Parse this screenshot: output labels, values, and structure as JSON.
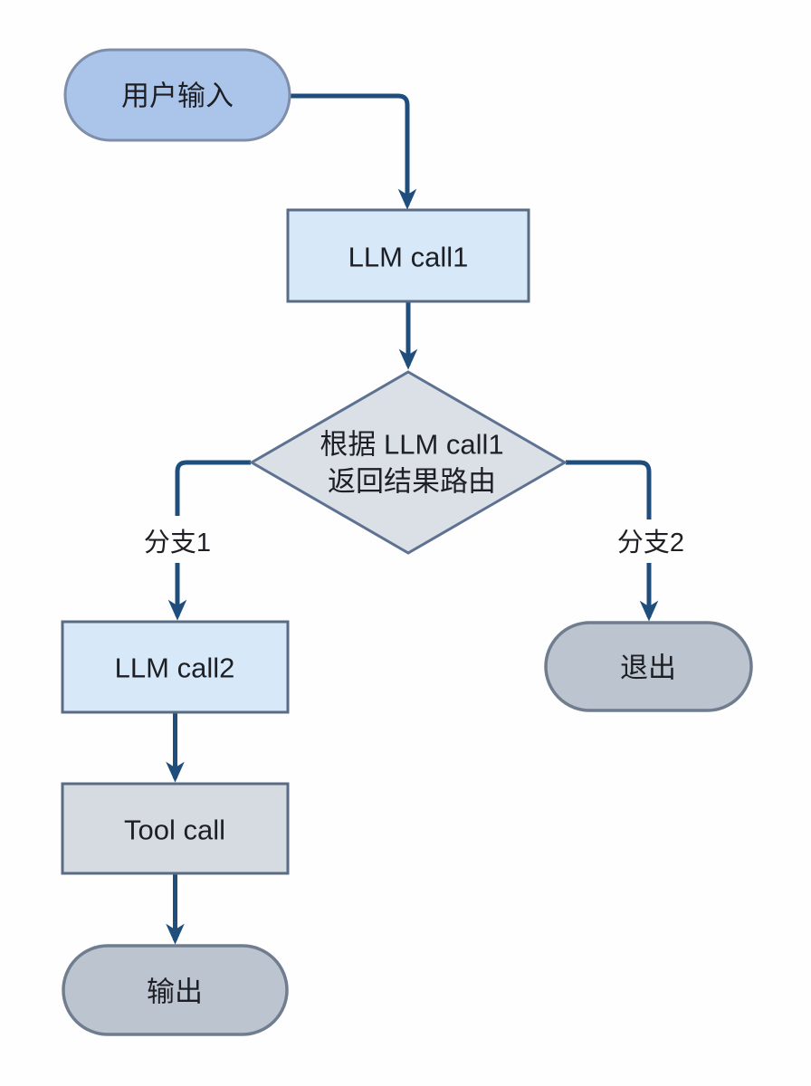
{
  "colors": {
    "background": "#fefefe",
    "start_fill": "#abc4ea",
    "llm_fill": "#d7e9f8",
    "decision_fill": "#dbdfe6",
    "tool_fill": "#d6dae1",
    "terminal_fill": "#bcc5cf",
    "arrow": "#1f4e7c",
    "text": "#1d1f24"
  },
  "nodes": {
    "start": {
      "label": "用户输入",
      "type": "start-pill"
    },
    "llm1": {
      "label": "LLM call1",
      "type": "process"
    },
    "decision": {
      "label_line1": "根据 LLM call1",
      "label_line2": "返回结果路由",
      "type": "decision"
    },
    "llm2": {
      "label": "LLM call2",
      "type": "process"
    },
    "tool": {
      "label": "Tool call",
      "type": "process"
    },
    "exit": {
      "label": "退出",
      "type": "terminal-pill"
    },
    "output": {
      "label": "输出",
      "type": "terminal-pill"
    }
  },
  "edges": {
    "branch1_label": "分支1",
    "branch2_label": "分支2"
  }
}
